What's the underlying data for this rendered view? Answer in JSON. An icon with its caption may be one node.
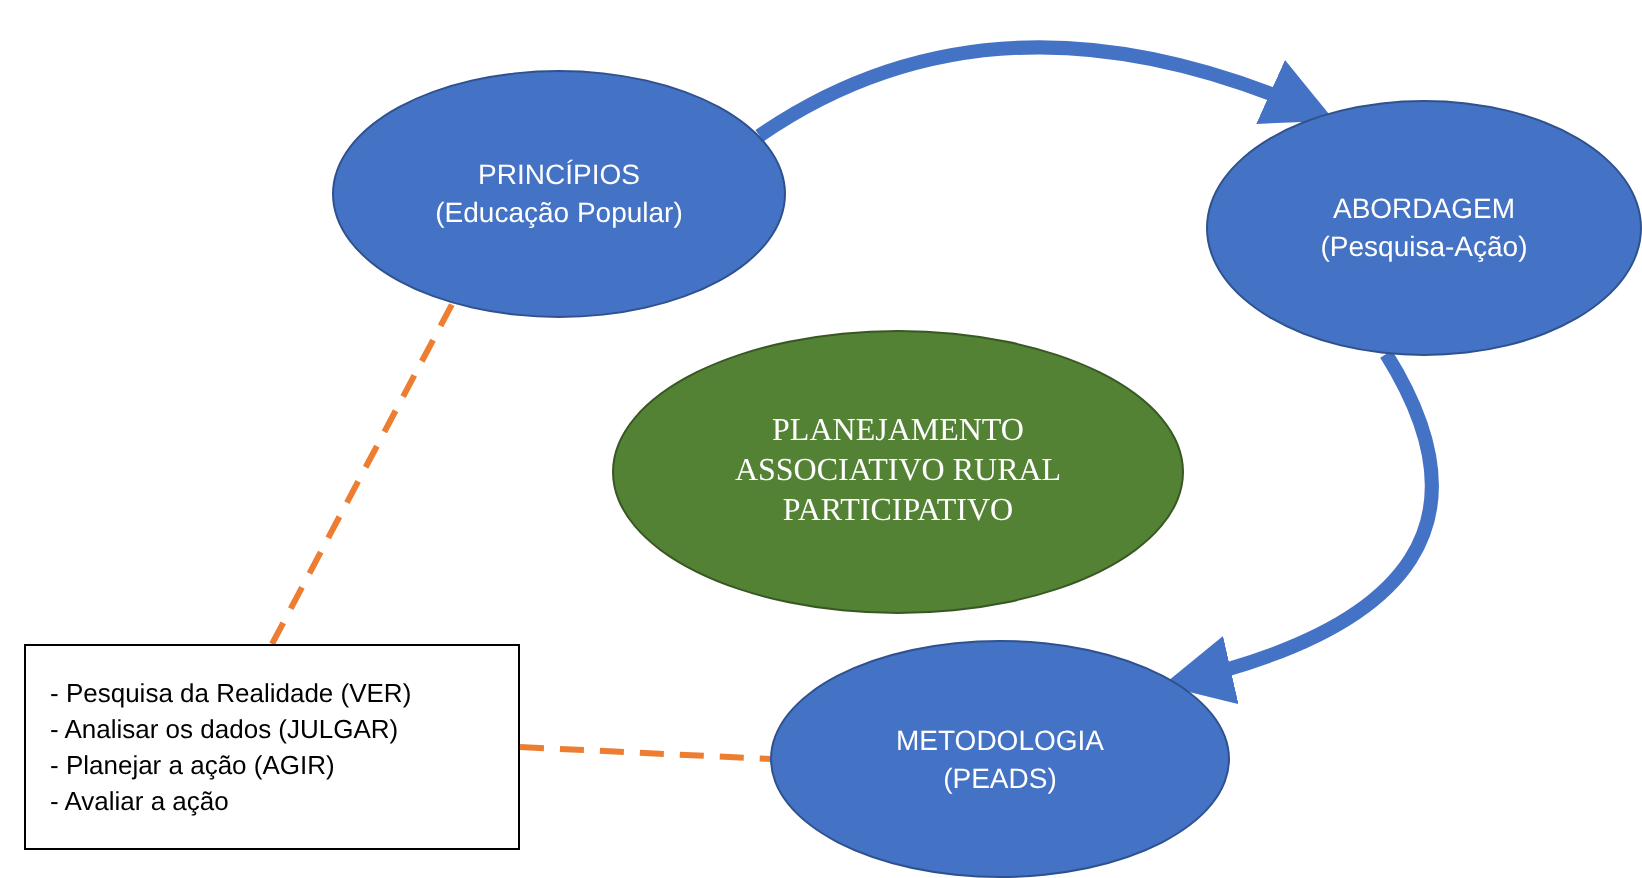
{
  "diagram": {
    "nodes": [
      {
        "text": [
          "PRINCÍPIOS",
          "(Educação Popular)"
        ]
      },
      {
        "text": [
          "ABORDAGEM",
          "(Pesquisa-Ação)"
        ]
      },
      {
        "text": [
          "PLANEJAMENTO ASSOCIATIVO RURAL PARTICIPATIVO"
        ]
      },
      {
        "text": [
          "- Pesquisa da Realidade (VER)",
          "- Analisar os dados (JULGAR)",
          "- Planejar a ação (AGIR)",
          "- Avaliar a ação"
        ]
      },
      {
        "text": [
          "METODOLOGIA",
          "(PEADS)"
        ]
      }
    ],
    "edges": [
      {
        "from": 0,
        "to": 1,
        "arrow": "to",
        "style": "thick"
      },
      {
        "from": 1,
        "to": 4,
        "arrow": "to",
        "style": "thick"
      },
      {
        "from": 3,
        "to": 0,
        "arrow": "none",
        "style": "dashed",
        "color": "#ed7d31"
      },
      {
        "from": 3,
        "to": 4,
        "arrow": "none",
        "style": "dashed",
        "color": "#ed7d31"
      }
    ]
  }
}
